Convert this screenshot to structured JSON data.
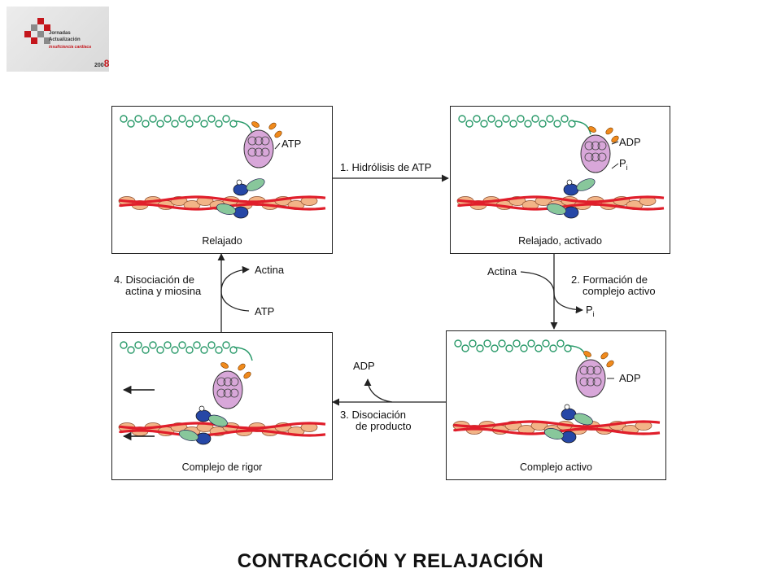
{
  "logo": {
    "line1": "Jornadas",
    "line2": "Actualización",
    "line3": "insuficiencia cardiaca",
    "year_prefix": "200",
    "year_suffix": "8"
  },
  "states": {
    "top_left": {
      "caption": "Relajado",
      "nucleotide": "ATP"
    },
    "top_right": {
      "caption": "Relajado, activado",
      "nucleotide": "ADP",
      "phosphate": "P",
      "phosphate_sub": "i"
    },
    "bottom_right": {
      "caption": "Complejo activo",
      "nucleotide": "ADP"
    },
    "bottom_left": {
      "caption": "Complejo de rigor"
    }
  },
  "steps": {
    "step1": {
      "label": "1. Hidrólisis de ATP"
    },
    "step2": {
      "line1": "2. Formación de",
      "line2": "complejo activo",
      "input": "Actina",
      "output": "P",
      "output_sub": "i"
    },
    "step3": {
      "line1": "3. Disociación",
      "line2": "de producto",
      "output": "ADP"
    },
    "step4": {
      "line1": "4. Disociación de",
      "line2": "actina y miosina",
      "output": "Actina",
      "input": "ATP"
    }
  },
  "page_title": "CONTRACCIÓN Y RELAJACIÓN"
}
